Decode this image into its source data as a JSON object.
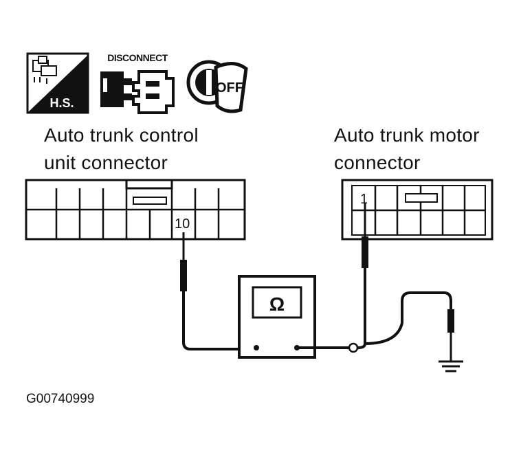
{
  "icons": {
    "harness_side": {
      "name": "harness-side-icon",
      "text": "H.S."
    },
    "disconnect": {
      "name": "disconnect-icon",
      "text": "DISCONNECT"
    },
    "ignition_off": {
      "name": "ignition-off-icon",
      "text": "OFF"
    }
  },
  "labels": {
    "control_unit_line1": "Auto trunk control",
    "control_unit_line2": "unit connector",
    "motor_line1": "Auto trunk motor",
    "motor_line2": "connector"
  },
  "pins": {
    "control_unit_pin": "10",
    "motor_pin": "1"
  },
  "meter": {
    "symbol": "Ω",
    "icon": "ohmmeter-icon"
  },
  "figure_id": "G00740999"
}
